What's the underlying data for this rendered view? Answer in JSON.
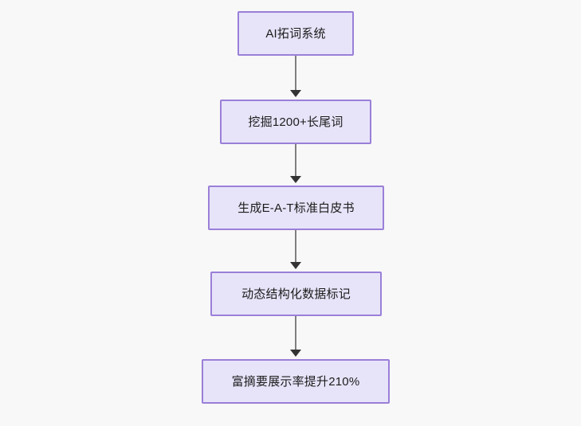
{
  "diagram": {
    "type": "flowchart",
    "direction": "top-to-bottom",
    "background_color": "#f8f8f8",
    "node_fill_color": "#e7e4f9",
    "node_border_color": "#9a7fd8",
    "edge_color": "#7f7f7f",
    "arrow_color": "#333333",
    "text_color": "#1c1c1c",
    "nodes": [
      {
        "id": "n1",
        "label": "AI拓词系统"
      },
      {
        "id": "n2",
        "label": "挖掘1200+长尾词"
      },
      {
        "id": "n3",
        "label": "生成E-A-T标准白皮书"
      },
      {
        "id": "n4",
        "label": "动态结构化数据标记"
      },
      {
        "id": "n5",
        "label": "富摘要展示率提升210%"
      }
    ],
    "edges": [
      {
        "from": "n1",
        "to": "n2",
        "label": ""
      },
      {
        "from": "n2",
        "to": "n3",
        "label": ""
      },
      {
        "from": "n3",
        "to": "n4",
        "label": ""
      },
      {
        "from": "n4",
        "to": "n5",
        "label": ""
      }
    ]
  }
}
